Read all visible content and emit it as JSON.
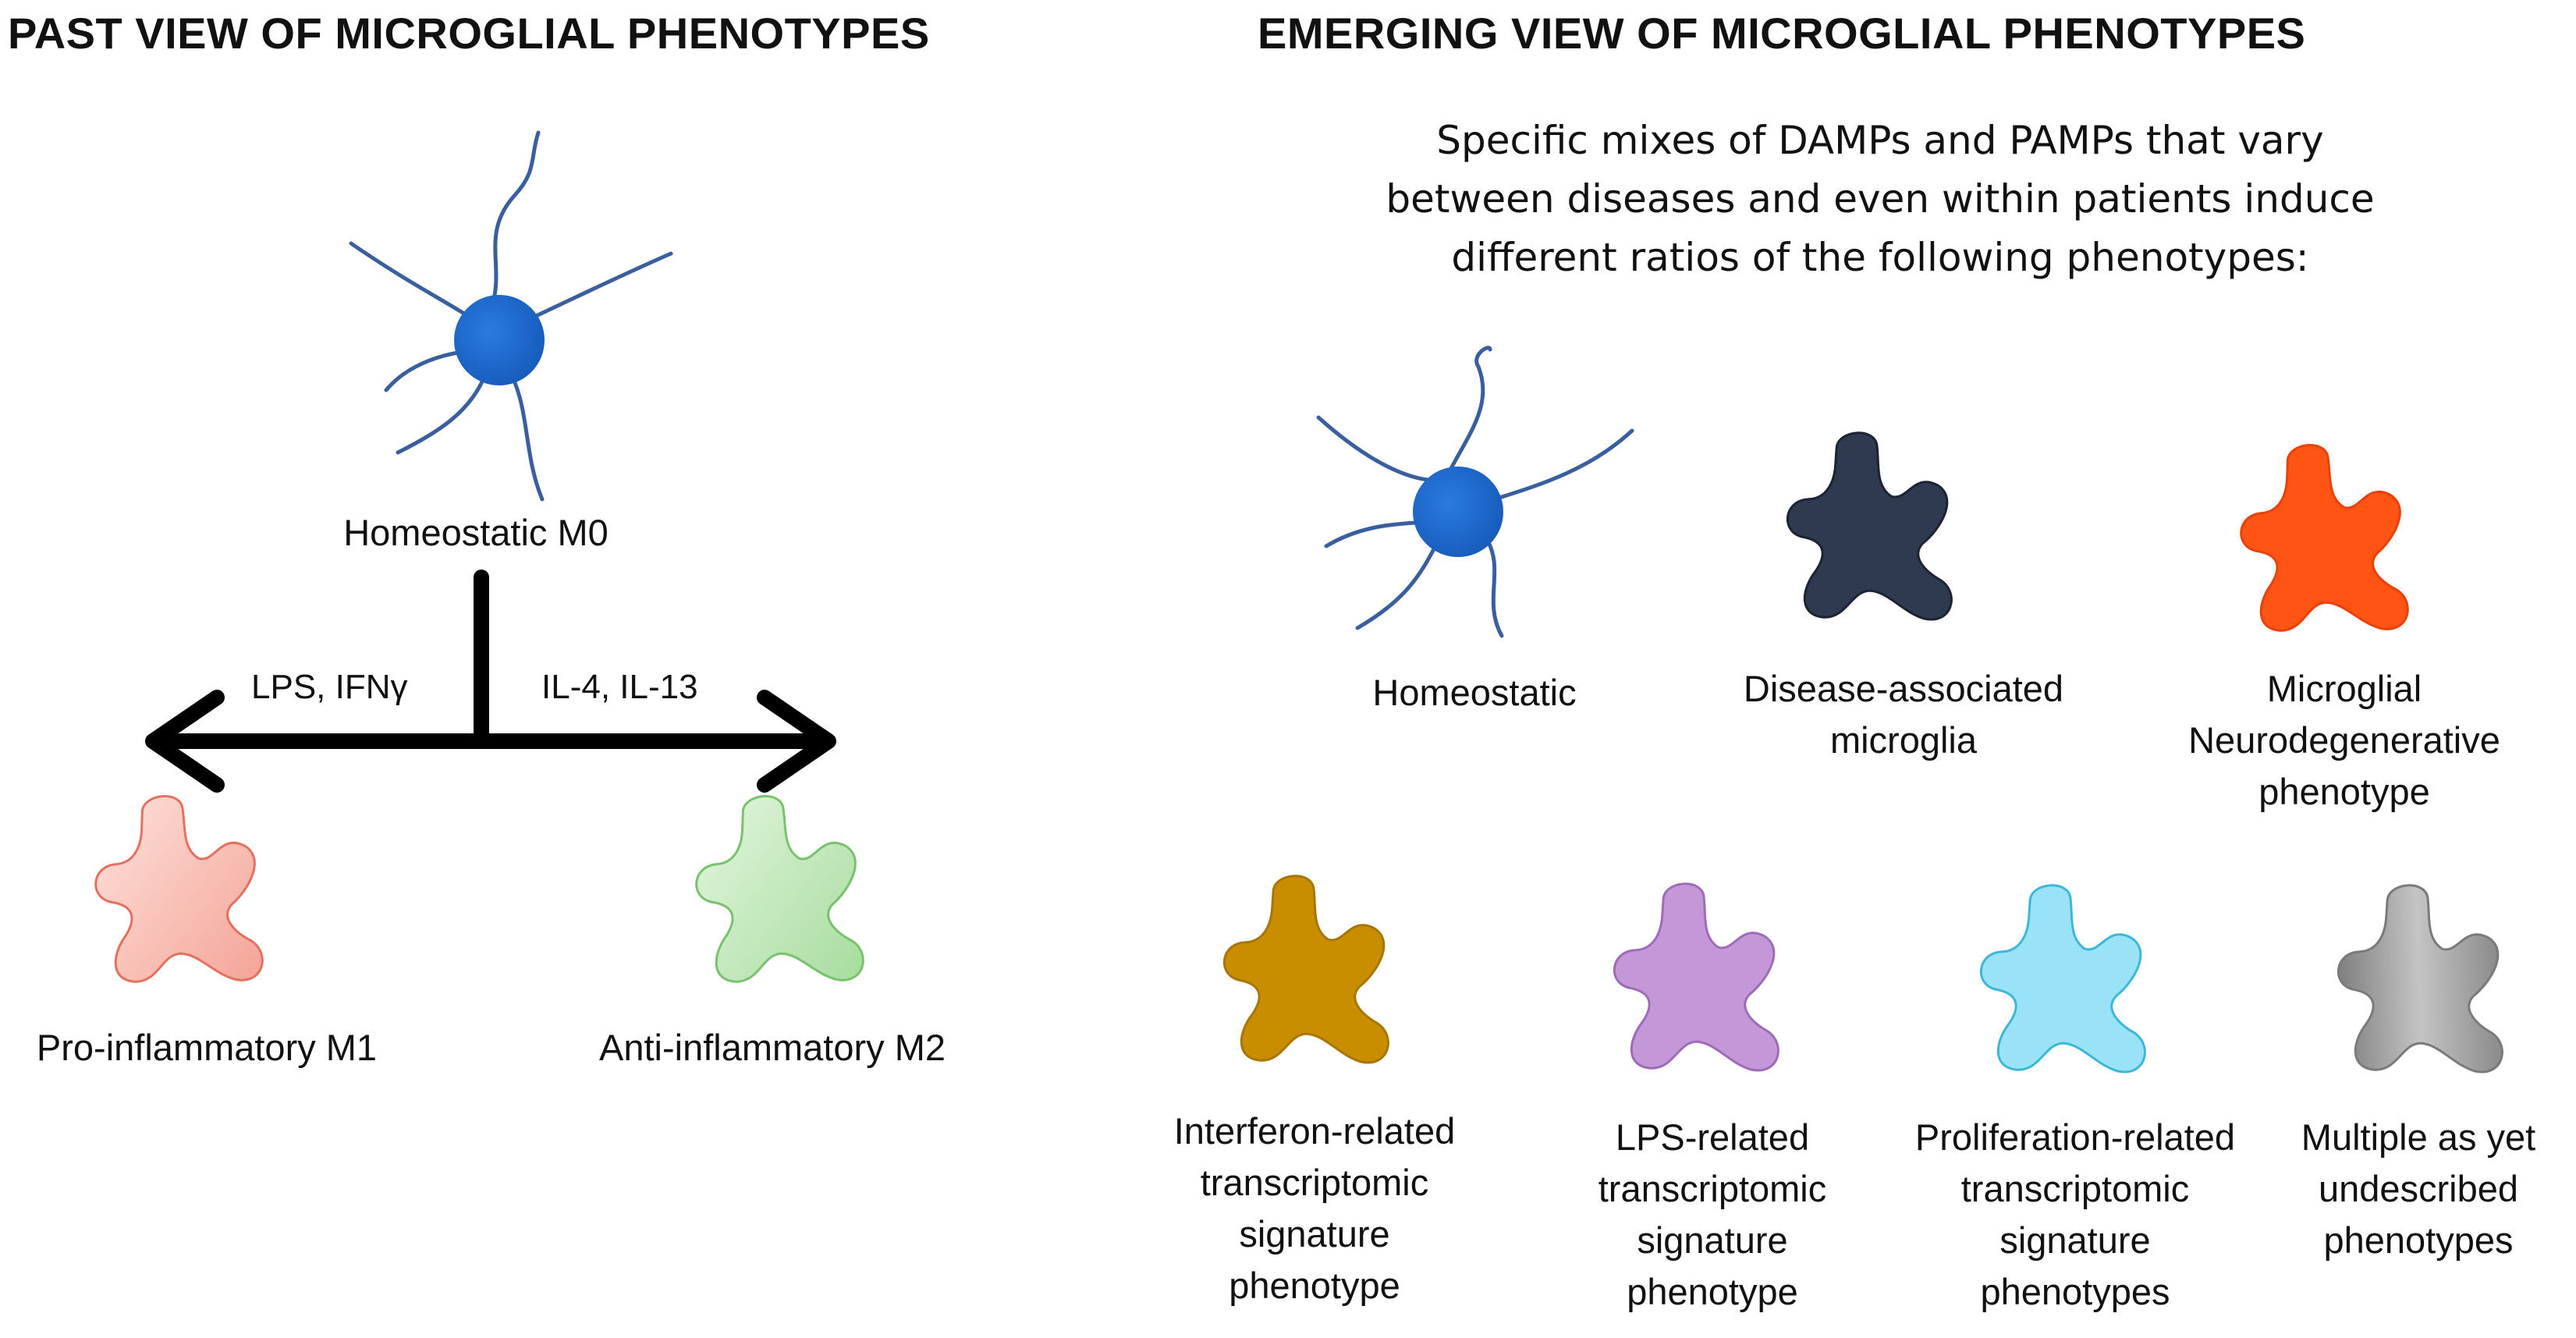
{
  "past": {
    "heading": "PAST VIEW OF MICROGLIAL PHENOTYPES",
    "homeostatic_label": "Homeostatic M0",
    "left_stimulus": "LPS, IFNγ",
    "right_stimulus": "IL-4, IL-13",
    "m1_label": "Pro-inflammatory M1",
    "m2_label": "Anti-inflammatory M2",
    "colors": {
      "m1": "#f58a7a",
      "m2": "#92d38a",
      "nucleus": "#1f6fd1",
      "process": "#3a5f9e"
    }
  },
  "emerging": {
    "heading": "EMERGING VIEW OF MICROGLIAL PHENOTYPES",
    "intro": [
      "Specific mixes of DAMPs and PAMPs that vary",
      "between diseases and even within patients induce",
      "different ratios of the following phenotypes:"
    ],
    "phenotypes": [
      {
        "lines": [
          "Homeostatic"
        ],
        "color": "#1f6fd1",
        "icon": "ramified-microglia-icon"
      },
      {
        "lines": [
          "Disease-associated",
          "microglia"
        ],
        "color": "#2e3a4f",
        "icon": "amoeboid-microglia-icon"
      },
      {
        "lines": [
          "Microglial",
          "Neurodegenerative",
          "phenotype"
        ],
        "color": "#ff5414",
        "icon": "amoeboid-microglia-icon"
      },
      {
        "lines": [
          "Interferon-related",
          "transcriptomic",
          "signature",
          "phenotype"
        ],
        "color": "#c98e00",
        "icon": "amoeboid-microglia-icon"
      },
      {
        "lines": [
          "LPS-related",
          "transcriptomic",
          "signature",
          "phenotype"
        ],
        "color": "#c497d9",
        "icon": "amoeboid-microglia-icon"
      },
      {
        "lines": [
          "Proliferation-related",
          "transcriptomic",
          "signature",
          "phenotypes"
        ],
        "color": "#9ae3f6",
        "icon": "amoeboid-microglia-icon"
      },
      {
        "lines": [
          "Multiple as yet",
          "undescribed",
          "phenotypes"
        ],
        "color": "#a9a9a9",
        "icon": "amoeboid-microglia-icon"
      }
    ]
  }
}
